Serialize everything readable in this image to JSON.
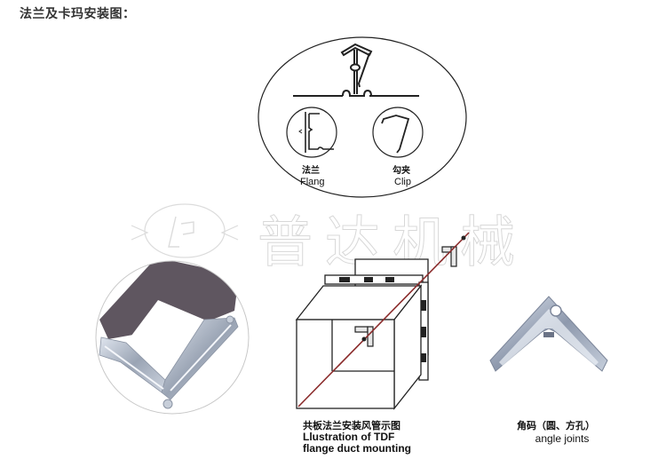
{
  "heading": "法兰及卡玛安装图：",
  "top_diagram": {
    "flange": {
      "label_cn": "法兰",
      "label_en": "Flang"
    },
    "clip": {
      "label_cn": "勾夹",
      "label_en": "Clip"
    }
  },
  "watermark": {
    "logo_icon": "pd-logo-icon",
    "text": "普达机械"
  },
  "photo_flange_frame": {
    "alt": "galvanized flange frame photo"
  },
  "tdf_diagram": {
    "caption_cn": "共板法兰安装风管示图",
    "caption_en_line1": "Llustration of TDF",
    "caption_en_line2": "flange duct mounting"
  },
  "angle_joint": {
    "caption_cn": "角码（圆、方孔）",
    "caption_en": "angle joints"
  },
  "colors": {
    "line": "#222222",
    "rod": "#8b2c2c",
    "metal_light": "#c9d3e0",
    "metal_dark": "#7b8599",
    "duct_inner": "#5f5660",
    "watermark": "#d8d8d8"
  }
}
